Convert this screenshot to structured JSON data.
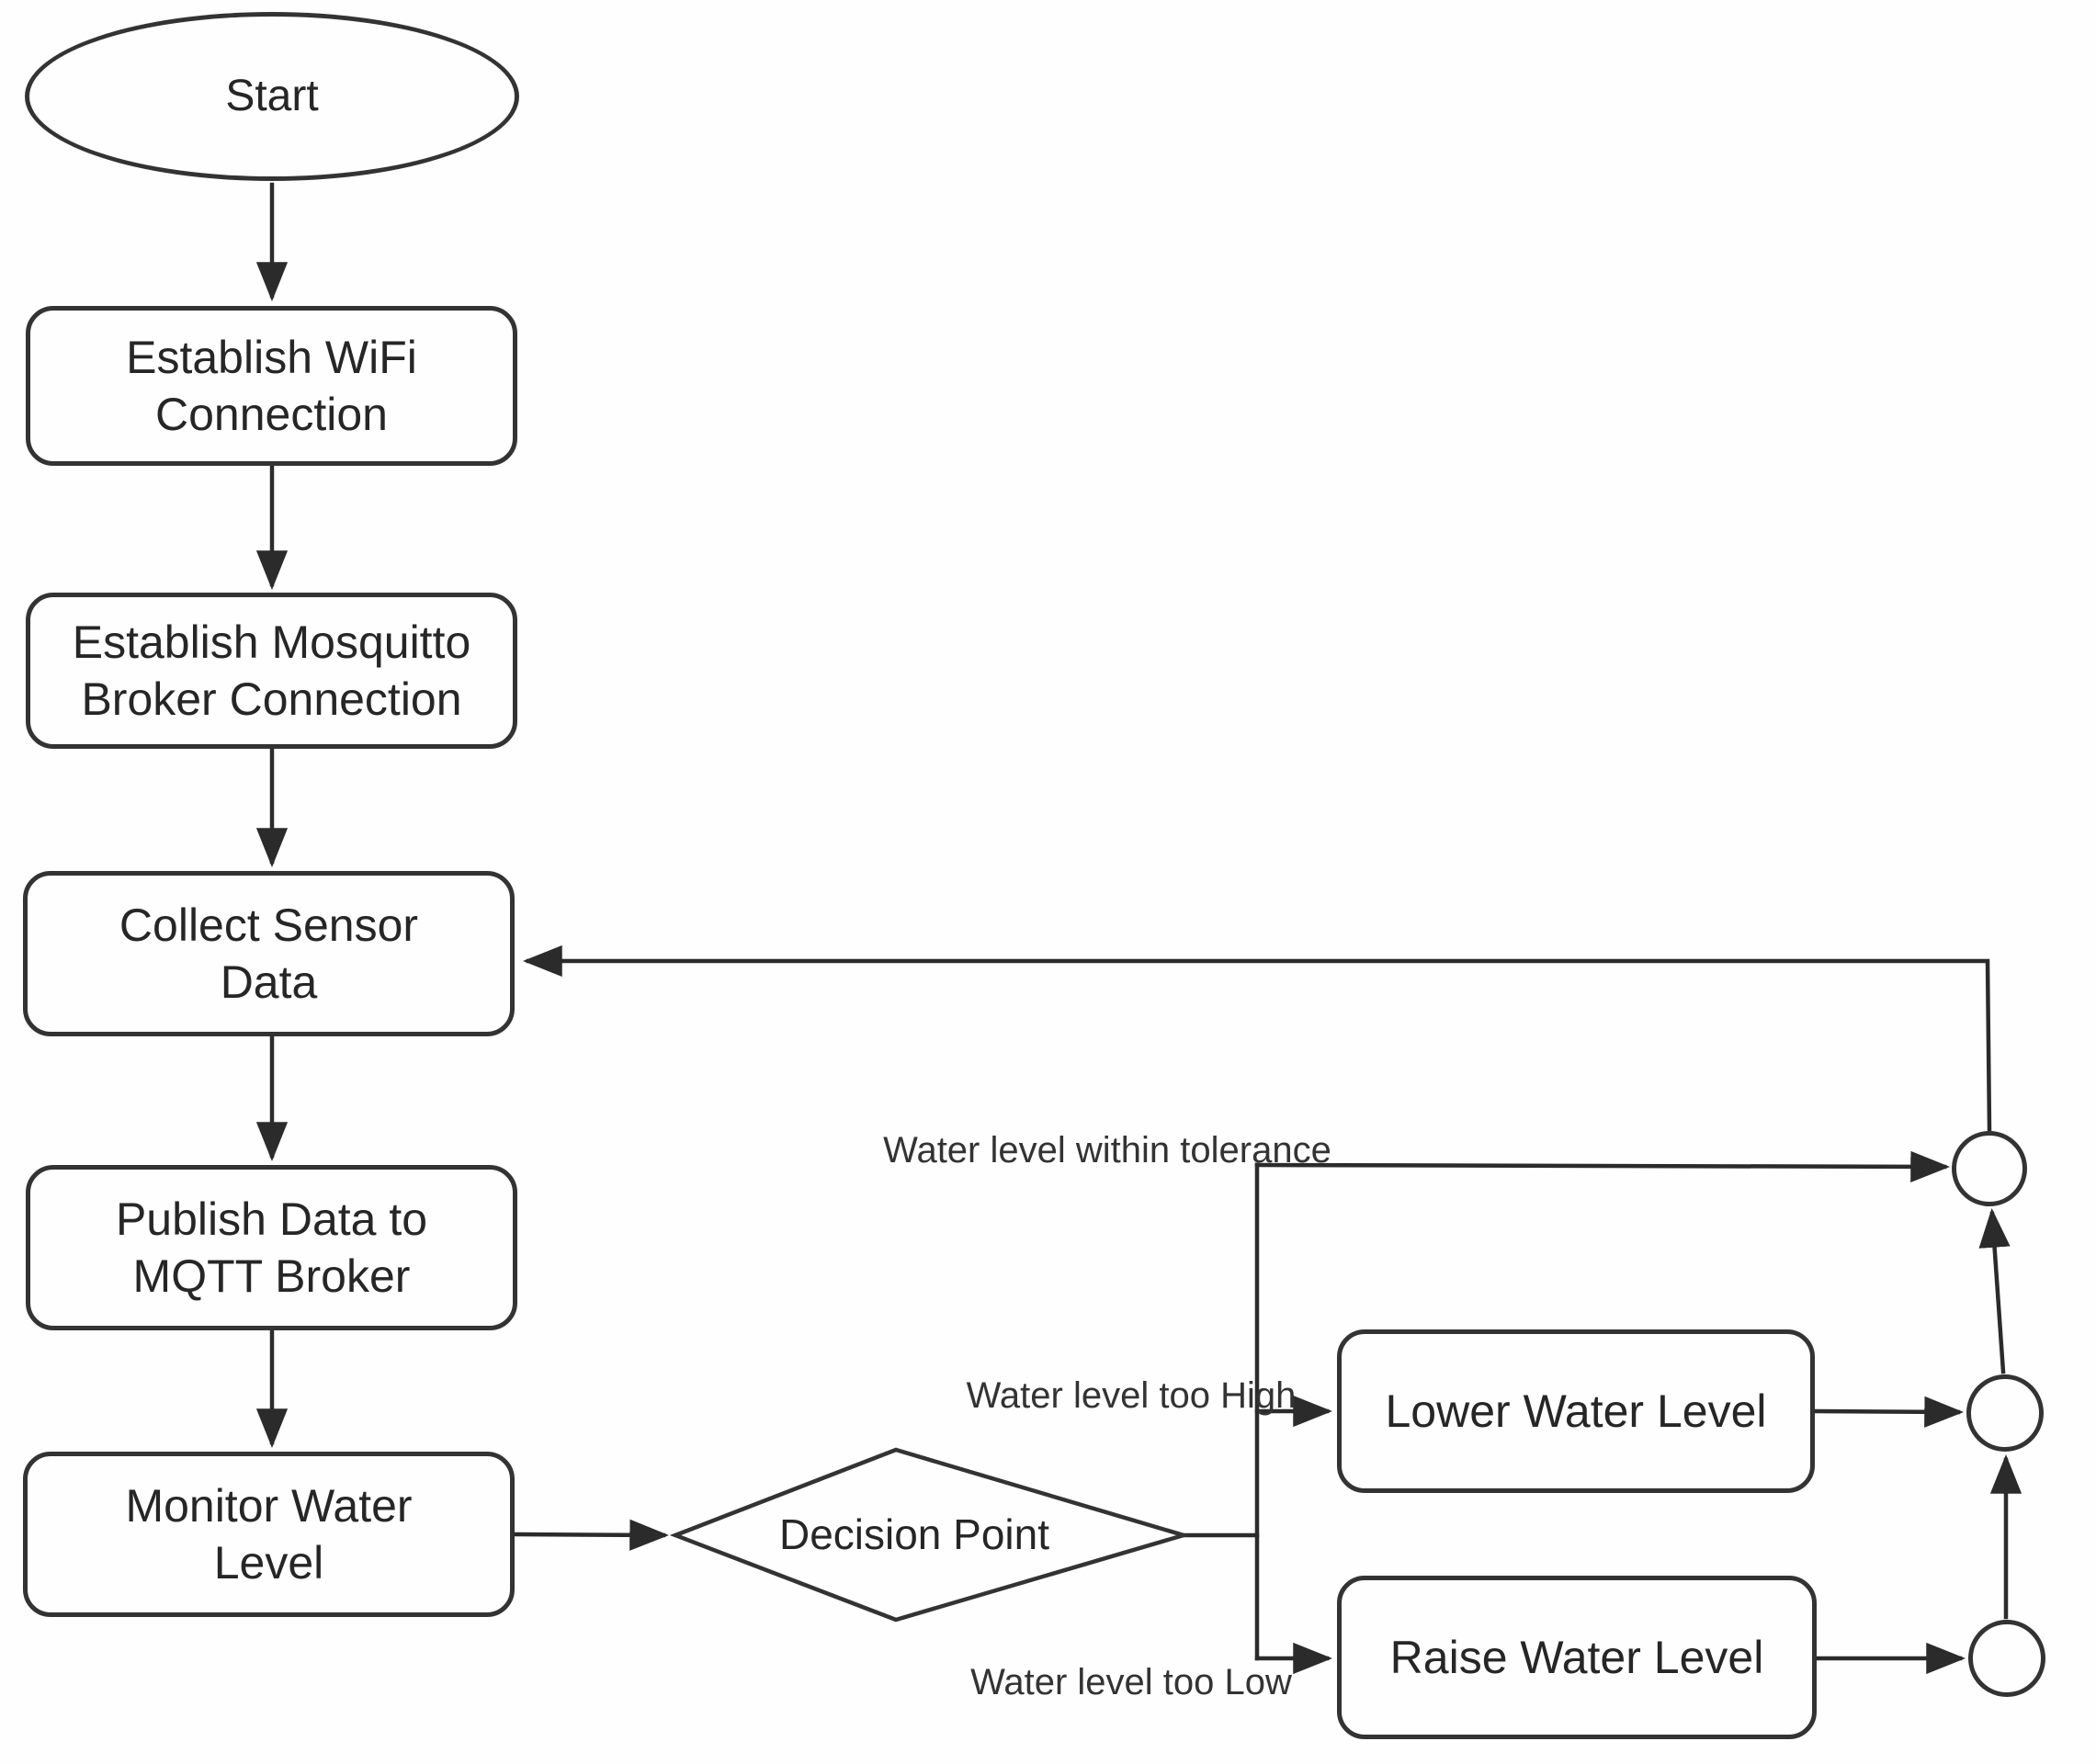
{
  "colors": {
    "background": "#fefefe",
    "shape_stroke": "#333333",
    "line_stroke": "#2b2b2b",
    "text": "#262626"
  },
  "nodes": {
    "start": {
      "type": "terminator",
      "label": "Start"
    },
    "establish_wifi": {
      "type": "process",
      "lines": [
        "Establish WiFi",
        "Connection"
      ]
    },
    "establish_mosquitto": {
      "type": "process",
      "lines": [
        "Establish Mosquitto",
        "Broker Connection"
      ]
    },
    "collect_sensor": {
      "type": "process",
      "lines": [
        "Collect Sensor",
        "Data"
      ]
    },
    "publish_data": {
      "type": "process",
      "lines": [
        "Publish Data to",
        "MQTT Broker"
      ]
    },
    "monitor_water": {
      "type": "process",
      "lines": [
        "Monitor Water",
        "Level"
      ]
    },
    "decision": {
      "type": "decision",
      "label": "Decision Point"
    },
    "lower_water": {
      "type": "process",
      "label": "Lower Water Level"
    },
    "raise_water": {
      "type": "process",
      "label": "Raise Water Level"
    },
    "connector_top": {
      "type": "connector",
      "label": ""
    },
    "connector_middle": {
      "type": "connector",
      "label": ""
    },
    "connector_bottom": {
      "type": "connector",
      "label": ""
    }
  },
  "edge_labels": {
    "within_tolerance": {
      "lines": [
        "Water level",
        "within",
        "tolerance"
      ]
    },
    "too_high": {
      "lines": [
        "Water level",
        "too High"
      ]
    },
    "too_low": {
      "lines": [
        "Water level",
        "too Low"
      ]
    }
  },
  "edges": [
    {
      "from": "start",
      "to": "establish_wifi"
    },
    {
      "from": "establish_wifi",
      "to": "establish_mosquitto"
    },
    {
      "from": "establish_mosquitto",
      "to": "collect_sensor"
    },
    {
      "from": "collect_sensor",
      "to": "publish_data"
    },
    {
      "from": "publish_data",
      "to": "monitor_water"
    },
    {
      "from": "monitor_water",
      "to": "decision"
    },
    {
      "from": "decision",
      "to": "connector_top",
      "label": "Water level within tolerance"
    },
    {
      "from": "decision",
      "to": "lower_water",
      "label": "Water level too High"
    },
    {
      "from": "decision",
      "to": "raise_water",
      "label": "Water level too Low"
    },
    {
      "from": "lower_water",
      "to": "connector_middle"
    },
    {
      "from": "raise_water",
      "to": "connector_bottom"
    },
    {
      "from": "connector_bottom",
      "to": "connector_middle"
    },
    {
      "from": "connector_middle",
      "to": "connector_top"
    },
    {
      "from": "connector_top",
      "to": "collect_sensor"
    }
  ]
}
